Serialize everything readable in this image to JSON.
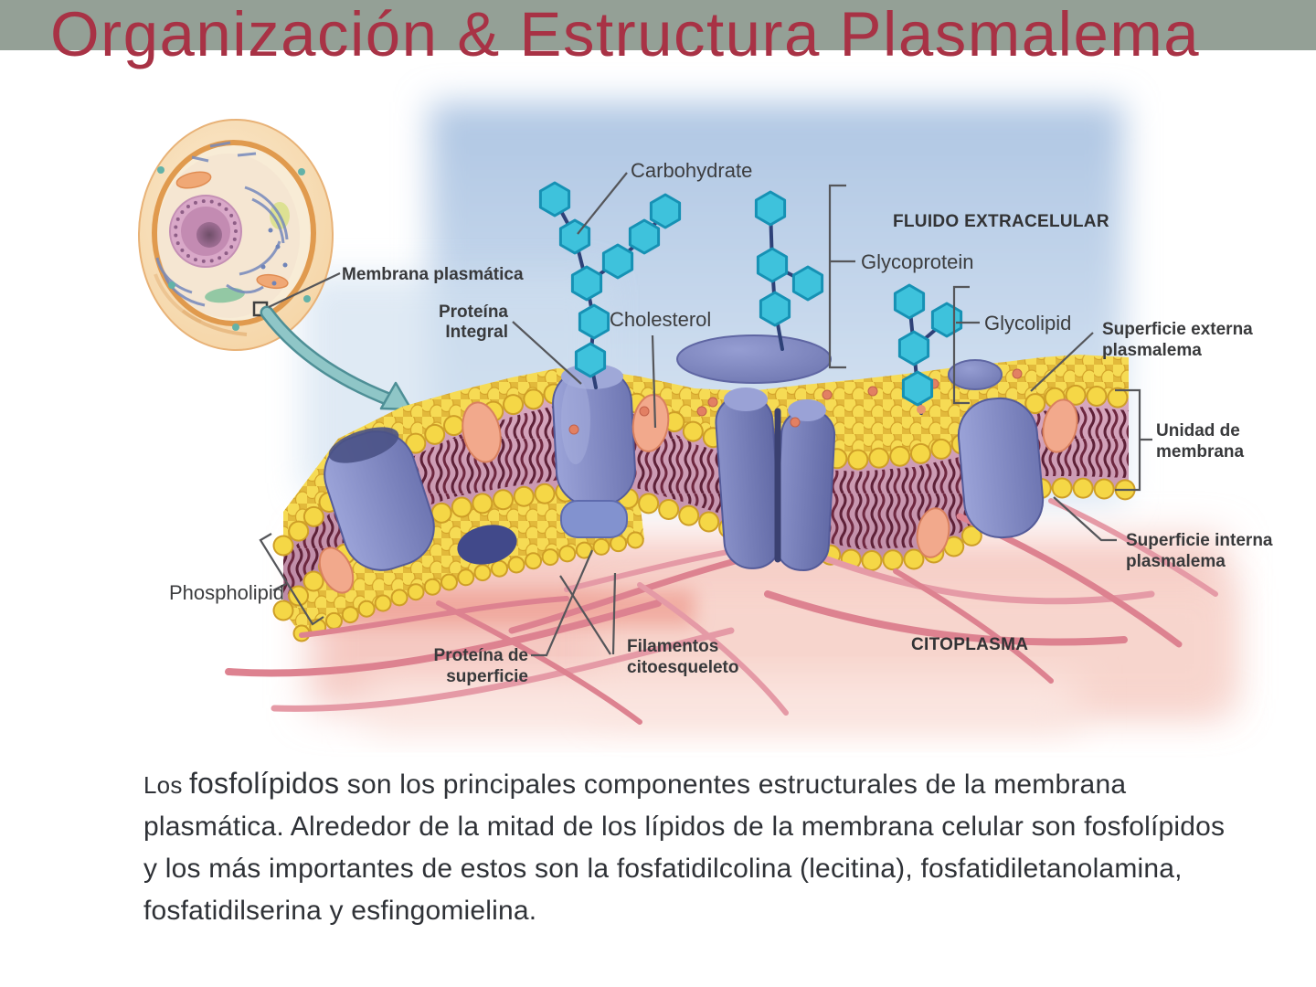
{
  "slide": {
    "title": "Organización & Estructura Plasmalema",
    "paragraph": {
      "lead": "Los ",
      "highlight": "fosfolípidos",
      "rest": " son los principales componentes estructurales de la membrana plasmática. Alrededor de la mitad de los lípidos de la membrana celular son fosfolípidos y los más importantes de estos son la fosfatidilcolina (lecitina), fosfatidiletanolamina, fosfatidilserina y esfingomielina."
    }
  },
  "diagram": {
    "region_labels": {
      "fluido_extracelular": "FLUIDO EXTRACELULAR",
      "citoplasma": "CITOPLASMA"
    },
    "labels": {
      "membrana_plasmatica": "Membrana plasmática",
      "proteina_integral": [
        "Proteína",
        "Integral"
      ],
      "carbohydrate": "Carbohydrate",
      "cholesterol": "Cholesterol",
      "glycoprotein": "Glycoprotein",
      "glycolipid": "Glycolipid",
      "superficie_externa": [
        "Superficie externa",
        "plasmalema"
      ],
      "unidad_de_membrana": [
        "Unidad de",
        "membrana"
      ],
      "superficie_interna": [
        "Superficie interna",
        "plasmalema"
      ],
      "phospholipid": "Phospholipid",
      "proteina_de_superficie": [
        "Proteína de",
        "superficie"
      ],
      "filamentos_citoesqueleto": [
        "Filamentos",
        "citoesqueleto"
      ]
    },
    "colors": {
      "header_bar": "#94A096",
      "title_text": "#A83245",
      "label_text": "#3C3D3F",
      "lipid_head_yellow": "#F5D746",
      "membrane_face_pink": "#D9A9C0",
      "lipid_tail_maroon": "#5E2138",
      "protein_blue": "#7C85C0",
      "carbohydrate_cyan": "#3EC2DC",
      "surface_protein_salmon": "#F2A98C",
      "filament_pink": "#DD8290",
      "extracellular_blue": "#AFC6E3",
      "cytoplasm_pink": "#F5C9C2",
      "arrow_teal": "#8FC6C7"
    }
  }
}
